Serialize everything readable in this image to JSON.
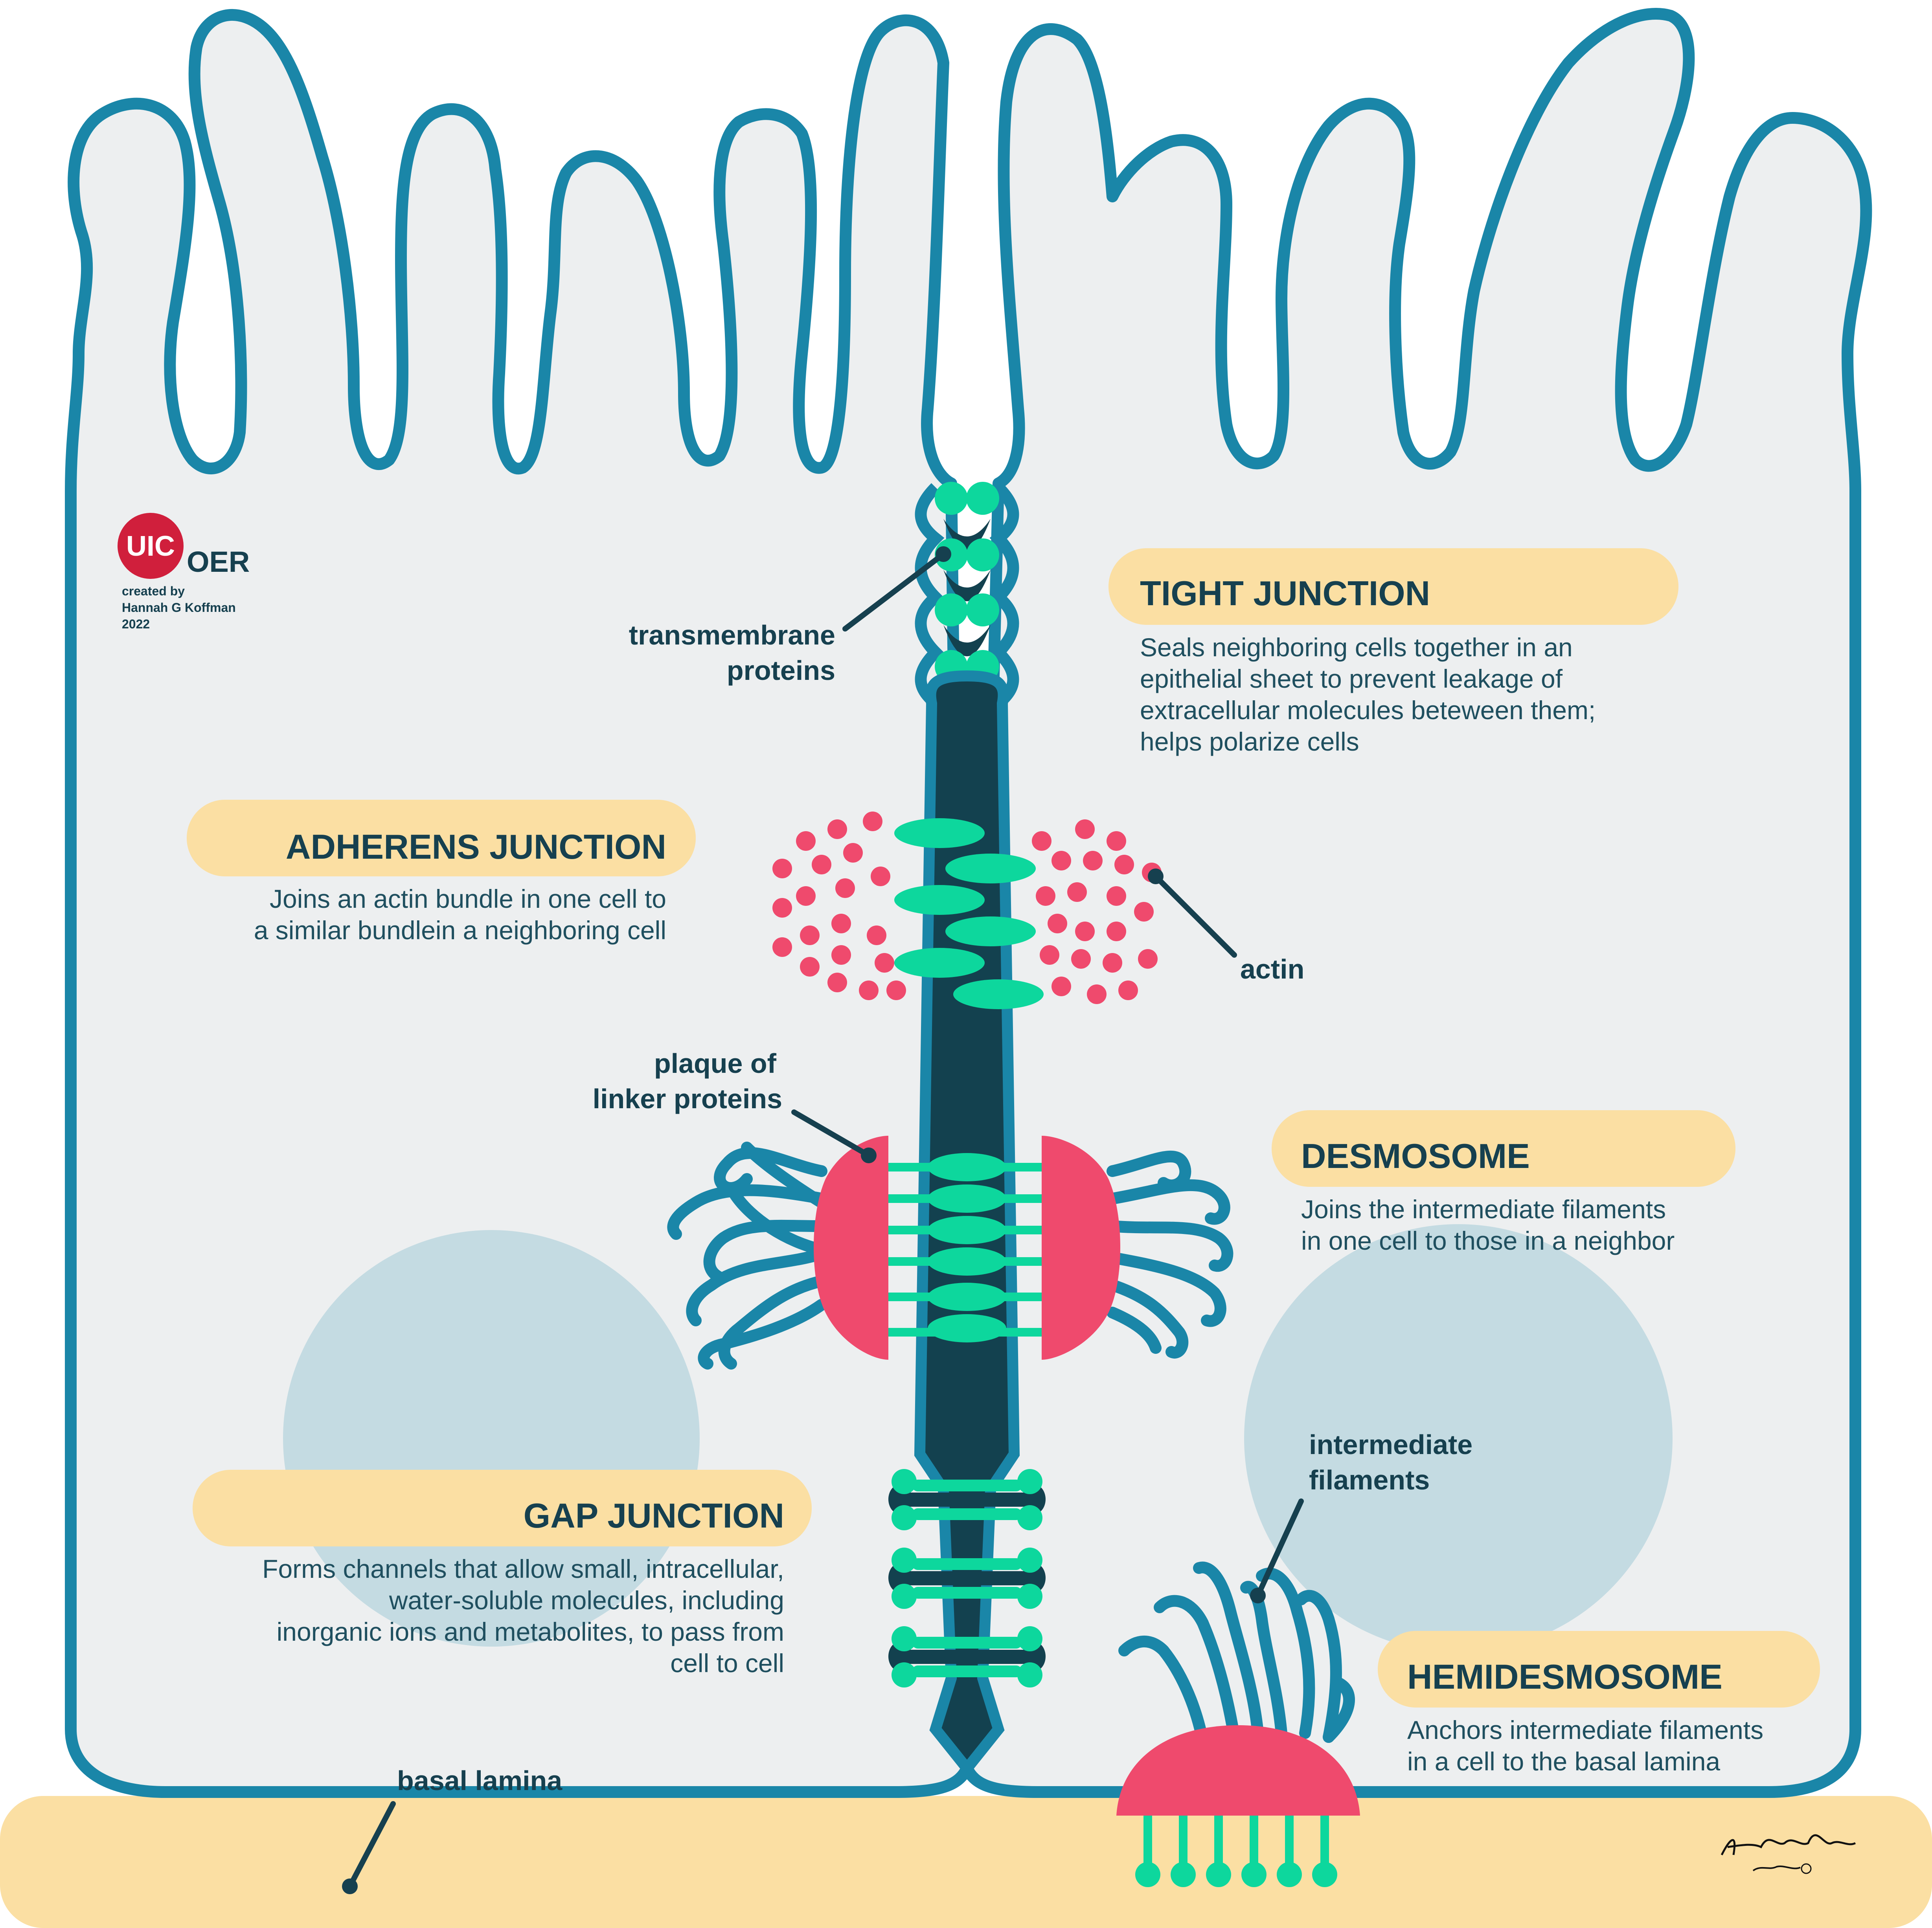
{
  "logo": {
    "badge": "UIC",
    "suffix": "OER",
    "credit_line1": "created by",
    "credit_line2": "Hannah G Koffman",
    "credit_line3": "2022"
  },
  "signature": "Hannah Koffman 2022",
  "colors": {
    "membrane": "#1a86a8",
    "cytoplasm": "#edeff0",
    "nucleus": "#c4dbe2",
    "basal_lamina": "#fbdfa3",
    "junction_core": "#13414f",
    "protein_green": "#0dd79d",
    "plaque_pink": "#ef4a6d",
    "label_pill": "#fbdfa3",
    "text": "#16404f"
  },
  "sections": {
    "tight": {
      "title": "TIGHT JUNCTION",
      "lines": [
        "Seals neighboring cells together in an",
        "epithelial sheet to prevent leakage of",
        "extracellular molecules beteween them;",
        "helps polarize cells"
      ]
    },
    "adherens": {
      "title": "ADHERENS JUNCTION",
      "lines": [
        "Joins an actin bundle in one cell to",
        "a similar bundlein a neighboring cell"
      ]
    },
    "desmosome": {
      "title": "DESMOSOME",
      "lines": [
        "Joins the intermediate filaments",
        "in one cell to those in a neighbor"
      ]
    },
    "gap": {
      "title": "GAP JUNCTION",
      "lines": [
        "Forms channels that allow small, intracellular,",
        "water-soluble molecules, including",
        "inorganic ions and metabolites, to pass from",
        "cell to cell"
      ]
    },
    "hemidesmosome": {
      "title": "HEMIDESMOSOME",
      "lines": [
        "Anchors intermediate filaments",
        "in a cell to the basal lamina"
      ]
    }
  },
  "labels": {
    "transmembrane": [
      "transmembrane",
      "proteins"
    ],
    "actin": "actin",
    "plaque": [
      "plaque of",
      "linker proteins"
    ],
    "intermediate": [
      "intermediate",
      "filaments"
    ],
    "basal_lamina": "basal lamina"
  }
}
